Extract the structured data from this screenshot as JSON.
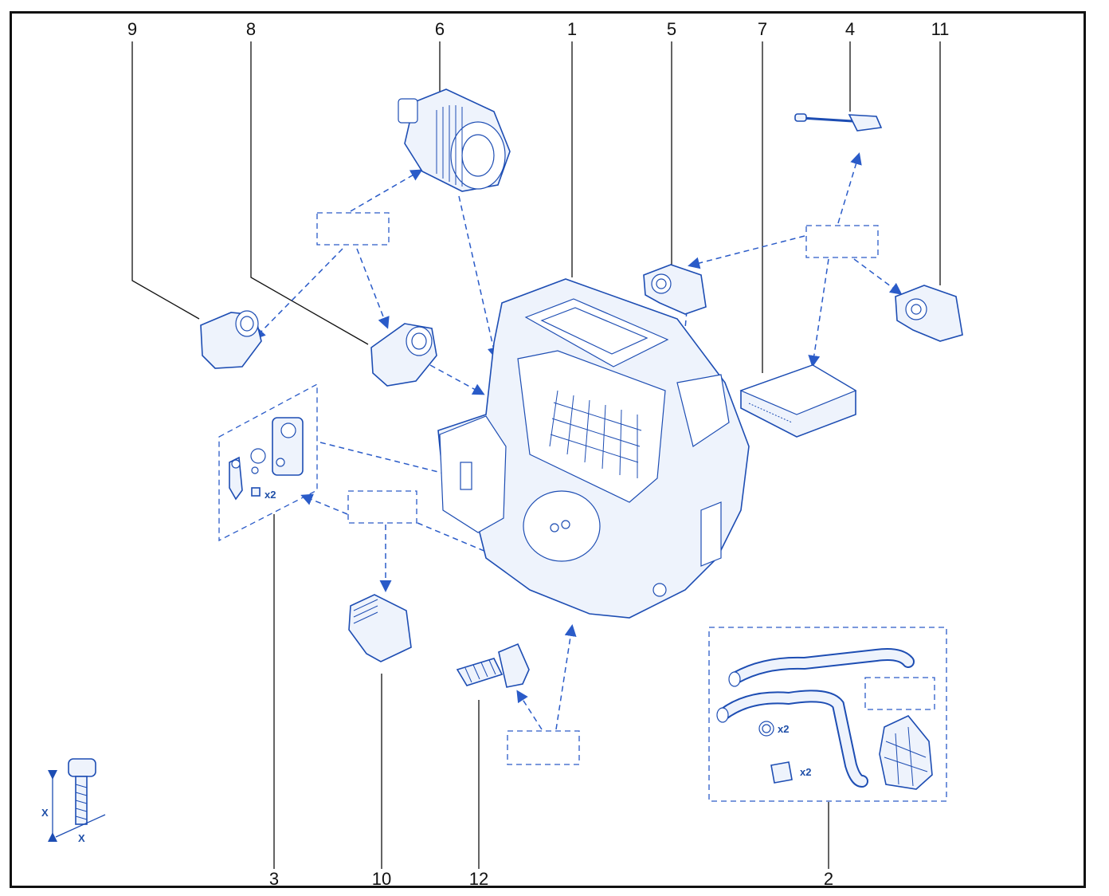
{
  "callouts": {
    "c9": "9",
    "c8": "8",
    "c6": "6",
    "c1": "1",
    "c5": "5",
    "c7": "7",
    "c4": "4",
    "c11": "11",
    "c3": "3",
    "c10": "10",
    "c12": "12",
    "c2": "2"
  },
  "quantities": {
    "valve_screw": "x2",
    "hose_seal": "x2",
    "hose_clip": "x2"
  },
  "torque_symbol": {
    "x_label_vertical": "X",
    "x_label_horizontal": "X"
  },
  "colors": {
    "line_art": "#1d4db3",
    "arrow": "#2a5bc8",
    "callout_text": "#111111"
  }
}
